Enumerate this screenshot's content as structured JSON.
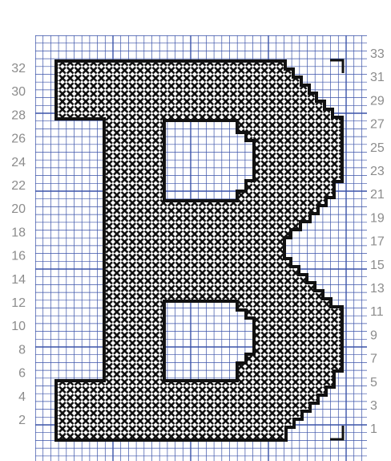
{
  "left_numbers": [
    "32",
    "30",
    "28",
    "26",
    "24",
    "22",
    "20",
    "18",
    "16",
    "14",
    "12",
    "10",
    "8",
    "6",
    "4",
    "2"
  ],
  "right_numbers": [
    "33",
    "31",
    "29",
    "27",
    "25",
    "23",
    "21",
    "19",
    "17",
    "15",
    "13",
    "11",
    "9",
    "7",
    "5",
    "3",
    "1"
  ],
  "colors": {
    "grid": "#3a52a8",
    "ink": "#111111",
    "label": "#8c8c8c",
    "background": "#ffffff"
  },
  "pattern": {
    "motif": "letter-B",
    "stitch": "cross-stitch",
    "rows": 33
  }
}
